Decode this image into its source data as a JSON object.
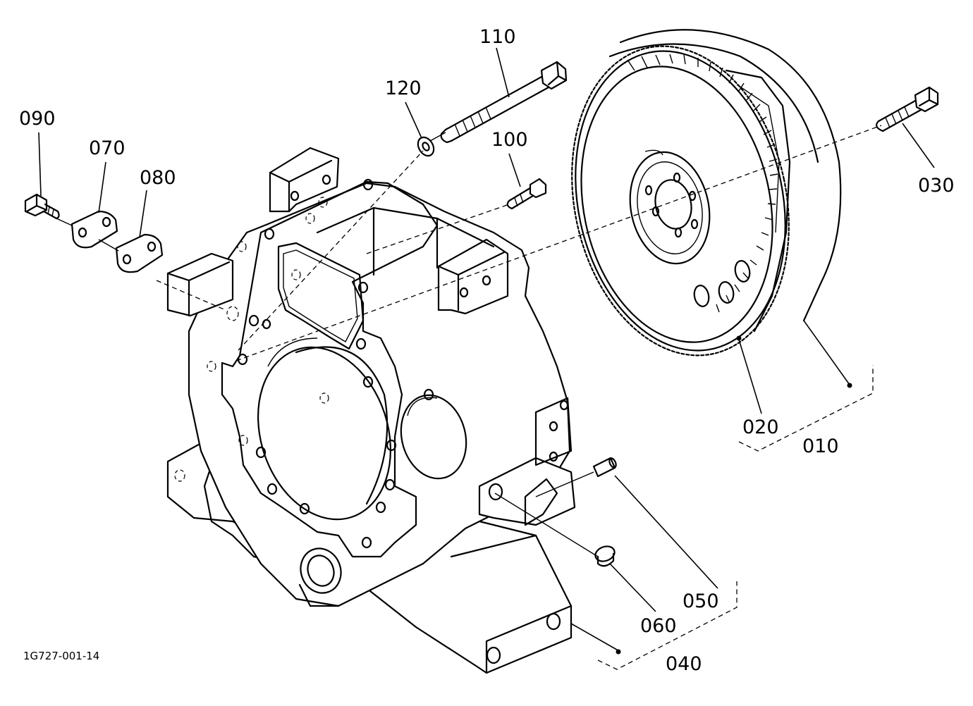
{
  "drawing_code": "1G727-001-14",
  "callouts": [
    {
      "id": "callout-110",
      "label": "110"
    },
    {
      "id": "callout-120",
      "label": "120"
    },
    {
      "id": "callout-100",
      "label": "100"
    },
    {
      "id": "callout-090",
      "label": "090"
    },
    {
      "id": "callout-070",
      "label": "070"
    },
    {
      "id": "callout-080",
      "label": "080"
    },
    {
      "id": "callout-030",
      "label": "030"
    },
    {
      "id": "callout-020",
      "label": "020"
    },
    {
      "id": "callout-010",
      "label": "010"
    },
    {
      "id": "callout-050",
      "label": "050"
    },
    {
      "id": "callout-060",
      "label": "060"
    },
    {
      "id": "callout-040",
      "label": "040"
    }
  ]
}
